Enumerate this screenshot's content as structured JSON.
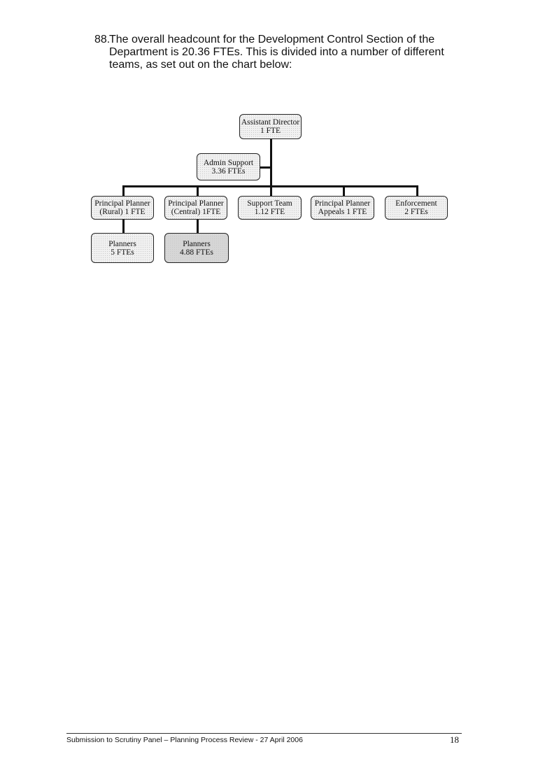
{
  "paragraph": {
    "number": "88.",
    "line1": "The overall headcount for the Development Control Section of the",
    "rest": "Department is 20.36 FTEs. This is divided into a number of different teams, as set out on the chart below:"
  },
  "org_chart": {
    "director": {
      "line1": "Assistant Director",
      "line2": "1 FTE"
    },
    "admin": {
      "line1": "Admin Support",
      "line2": "3.36 FTEs"
    },
    "pp_rural": {
      "line1": "Principal Planner",
      "line2": "(Rural) 1 FTE"
    },
    "pp_central": {
      "line1": "Principal Planner",
      "line2": "(Central) 1FTE"
    },
    "support": {
      "line1": "Support Team",
      "line2": "1.12 FTE"
    },
    "pp_appeals": {
      "line1": "Principal Planner",
      "line2": "Appeals 1 FTE"
    },
    "enforcement": {
      "line1": "Enforcement",
      "line2": "2 FTEs"
    },
    "planners_rural": {
      "line1": "Planners",
      "line2": "5 FTEs"
    },
    "planners_central": {
      "line1": "Planners",
      "line2": "4.88 FTEs"
    }
  },
  "footer": {
    "text": "Submission to Scrutiny Panel – Planning Process Review - 27 April 2006",
    "page": "18"
  }
}
